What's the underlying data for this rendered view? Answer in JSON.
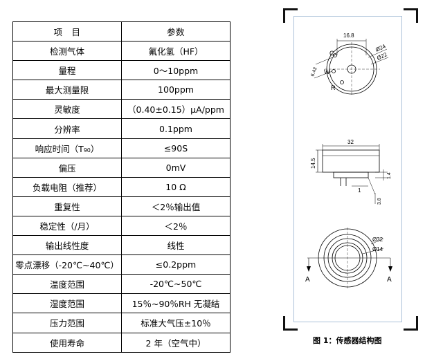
{
  "spec_table": {
    "header": {
      "item": "项　目",
      "param": "参数"
    },
    "rows": [
      {
        "item": "检测气体",
        "value": "氟化氢（HF）"
      },
      {
        "item": "量程",
        "value": "0～10ppm"
      },
      {
        "item": "最大测量限",
        "value": "100ppm"
      },
      {
        "item": "灵敏度",
        "value": "（0.40±0.15）μA/ppm"
      },
      {
        "item": "分辨率",
        "value": "0.1ppm"
      },
      {
        "item_prefix": "响应时间（T",
        "item_sub": "90",
        "item_suffix": "）",
        "value": "≤90S"
      },
      {
        "item": "偏压",
        "value": "0mV"
      },
      {
        "item": "负载电阻（推荐）",
        "value": "10 Ω"
      },
      {
        "item": "重复性",
        "value": "＜2％输出值"
      },
      {
        "item": "稳定性（/月）",
        "value": "＜2％"
      },
      {
        "item": "输出线性度",
        "value": "线性"
      },
      {
        "item": "零点漂移（-20℃~40℃）",
        "value": "≤0.2ppm"
      },
      {
        "item": "温度范围",
        "value": "-20℃~50℃"
      },
      {
        "item": "湿度范围",
        "value": "15％~90％RH 无凝结"
      },
      {
        "item": "压力范围",
        "value": "标准大气压±10％"
      },
      {
        "item": "使用寿命",
        "value": "2 年（空气中）"
      }
    ]
  },
  "figure": {
    "caption": "图 1：传感器结构图",
    "top_view": {
      "dim_width": "16.8",
      "dim_outer_dia": "Ø24",
      "dim_inner_dia": "Ø22",
      "dim_pin": "6.43",
      "pin_labels": [
        "C",
        "W",
        "R"
      ]
    },
    "side_view": {
      "dim_width": "32",
      "dim_height": "14.5",
      "dim_step": "1.4",
      "dim_pin_gap": "1",
      "dim_pin_len": "3.8"
    },
    "bottom_view": {
      "dim_outer_dia": "Ø32",
      "dim_inner_dia": "Ø14",
      "section_labels": [
        "A",
        "A"
      ]
    }
  }
}
